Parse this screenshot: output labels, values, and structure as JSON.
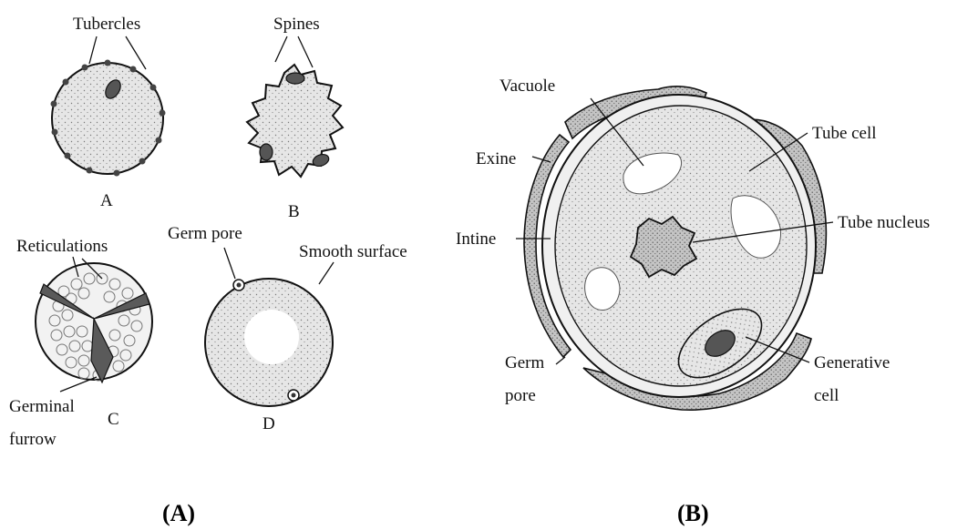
{
  "labels": {
    "tubercles": "Tubercles",
    "spines": "Spines",
    "a": "A",
    "b": "B",
    "reticulations": "Reticulations",
    "germ_pore_d": "Germ pore",
    "smooth_surface": "Smooth surface",
    "germinal": "Germinal",
    "furrow": "furrow",
    "c": "C",
    "d": "D",
    "vacuole": "Vacuole",
    "exine": "Exine",
    "tube_cell": "Tube cell",
    "intine": "Intine",
    "tube_nucleus": "Tube nucleus",
    "germ": "Germ",
    "pore": "pore",
    "generative": "Generative",
    "cell": "cell"
  },
  "panels": {
    "left": "(A)",
    "right": "(B)"
  },
  "colors": {
    "ink": "#111111",
    "grain_fill": "#e4e4e4",
    "wall_fill": "#bdbdbd",
    "dark_fill": "#6f6f6f"
  }
}
